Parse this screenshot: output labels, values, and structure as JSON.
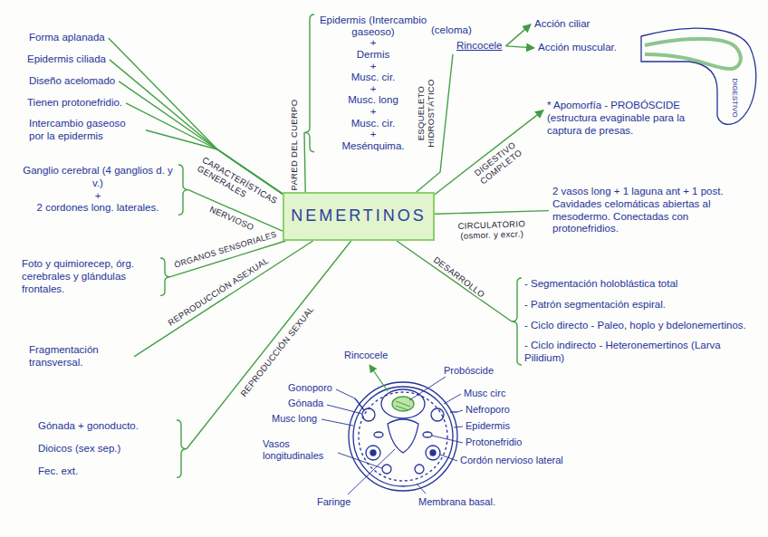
{
  "diagram": {
    "nodes": [
      {
        "text": [
          "NEMERTINOS"
        ]
      },
      {
        "text": [
          "Forma aplanada"
        ]
      },
      {
        "text": [
          "Epidermis ciliada"
        ]
      },
      {
        "text": [
          "Diseño acelomado"
        ]
      },
      {
        "text": [
          "Tienen protonefridio."
        ]
      },
      {
        "text": [
          "Intercambio gaseoso por la epidermis"
        ]
      },
      {
        "text": [
          "Epidermis (Intercambio gaseoso)",
          "+",
          "Dermis",
          "+",
          "Musc. cir.",
          "+",
          "Musc. long",
          "+",
          "Musc. cir.",
          "+",
          "Mesénquima."
        ]
      },
      {
        "text": [
          "Rincocele"
        ]
      },
      {
        "text": [
          "Acción ciliar"
        ]
      },
      {
        "text": [
          "Acción muscular."
        ]
      },
      {
        "text": [
          "* Apomorfía - PROBÓSCIDE (estructura evaginable para la captura de presas."
        ]
      },
      {
        "text": [
          "2 vasos long + 1 laguna ant + 1 post. Cavidades celomáticas abiertas al mesodermo. Conectadas con protonefridios."
        ]
      },
      {
        "text": [
          "- Segmentación holoblástica total",
          "- Patrón segmentación espiral.",
          "- Ciclo directo - Paleo, hoplo y bdelonemertinos.",
          "- Ciclo indirecto - Heteronemertinos (Larva Pilidium)"
        ]
      },
      {
        "text": [
          "Gónada + gonoducto.",
          "Dioicos (sex sep.)",
          "Fec. ext."
        ]
      },
      {
        "text": [
          "Fragmentación transversal."
        ]
      },
      {
        "text": [
          "Foto y quimiorecep, órg. cerebrales y glándulas frontales."
        ]
      },
      {
        "text": [
          "Ganglio cerebral (4 ganglios d. y v.)",
          "+",
          "2 cordones long. laterales."
        ]
      }
    ],
    "edges": [
      {
        "from": 0,
        "to": 1,
        "arrow": "none"
      },
      {
        "from": 0,
        "to": 2,
        "arrow": "none"
      },
      {
        "from": 0,
        "to": 3,
        "arrow": "none",
        "label": "CARACTERÍSTICAS GENERALES"
      },
      {
        "from": 0,
        "to": 4,
        "arrow": "none"
      },
      {
        "from": 0,
        "to": 5,
        "arrow": "none"
      },
      {
        "from": 0,
        "to": 6,
        "arrow": "none",
        "label": "PARED DEL CUERPO"
      },
      {
        "from": 0,
        "to": 7,
        "arrow": "none",
        "label": "ESQUELETO HIDROSTÁTICO"
      },
      {
        "from": 7,
        "to": 8,
        "arrow": "to"
      },
      {
        "from": 7,
        "to": 9,
        "arrow": "to"
      },
      {
        "from": 0,
        "to": 10,
        "arrow": "to",
        "label": "DIGESTIVO COMPLETO"
      },
      {
        "from": 0,
        "to": 11,
        "arrow": "none",
        "label": "CIRCULATORIO (osmor. y excr.)"
      },
      {
        "from": 0,
        "to": 12,
        "arrow": "none",
        "label": "DESARROLLO"
      },
      {
        "from": 0,
        "to": 13,
        "arrow": "none",
        "label": "REPRODUCCIÓN SEXUAL"
      },
      {
        "from": 0,
        "to": 14,
        "arrow": "none",
        "label": "REPRODUCCIÓN ASEXUAL"
      },
      {
        "from": 0,
        "to": 15,
        "arrow": "none",
        "label": "ÓRGANOS SENSORIALES"
      },
      {
        "from": 0,
        "to": 16,
        "arrow": "none",
        "label": "NERVIOSO"
      }
    ],
    "labels": [
      "(celoma)",
      "DIGESTIVO",
      "Rincocele",
      "Probóscide",
      "Gonoporo",
      "Gónada",
      "Musc long",
      "Vasos longitudinales",
      "Faringe",
      "Membrana basal.",
      "Cordón nervioso lateral",
      "Protonefridio",
      "Epidermis",
      "Nefroporo",
      "Musc circ"
    ]
  }
}
